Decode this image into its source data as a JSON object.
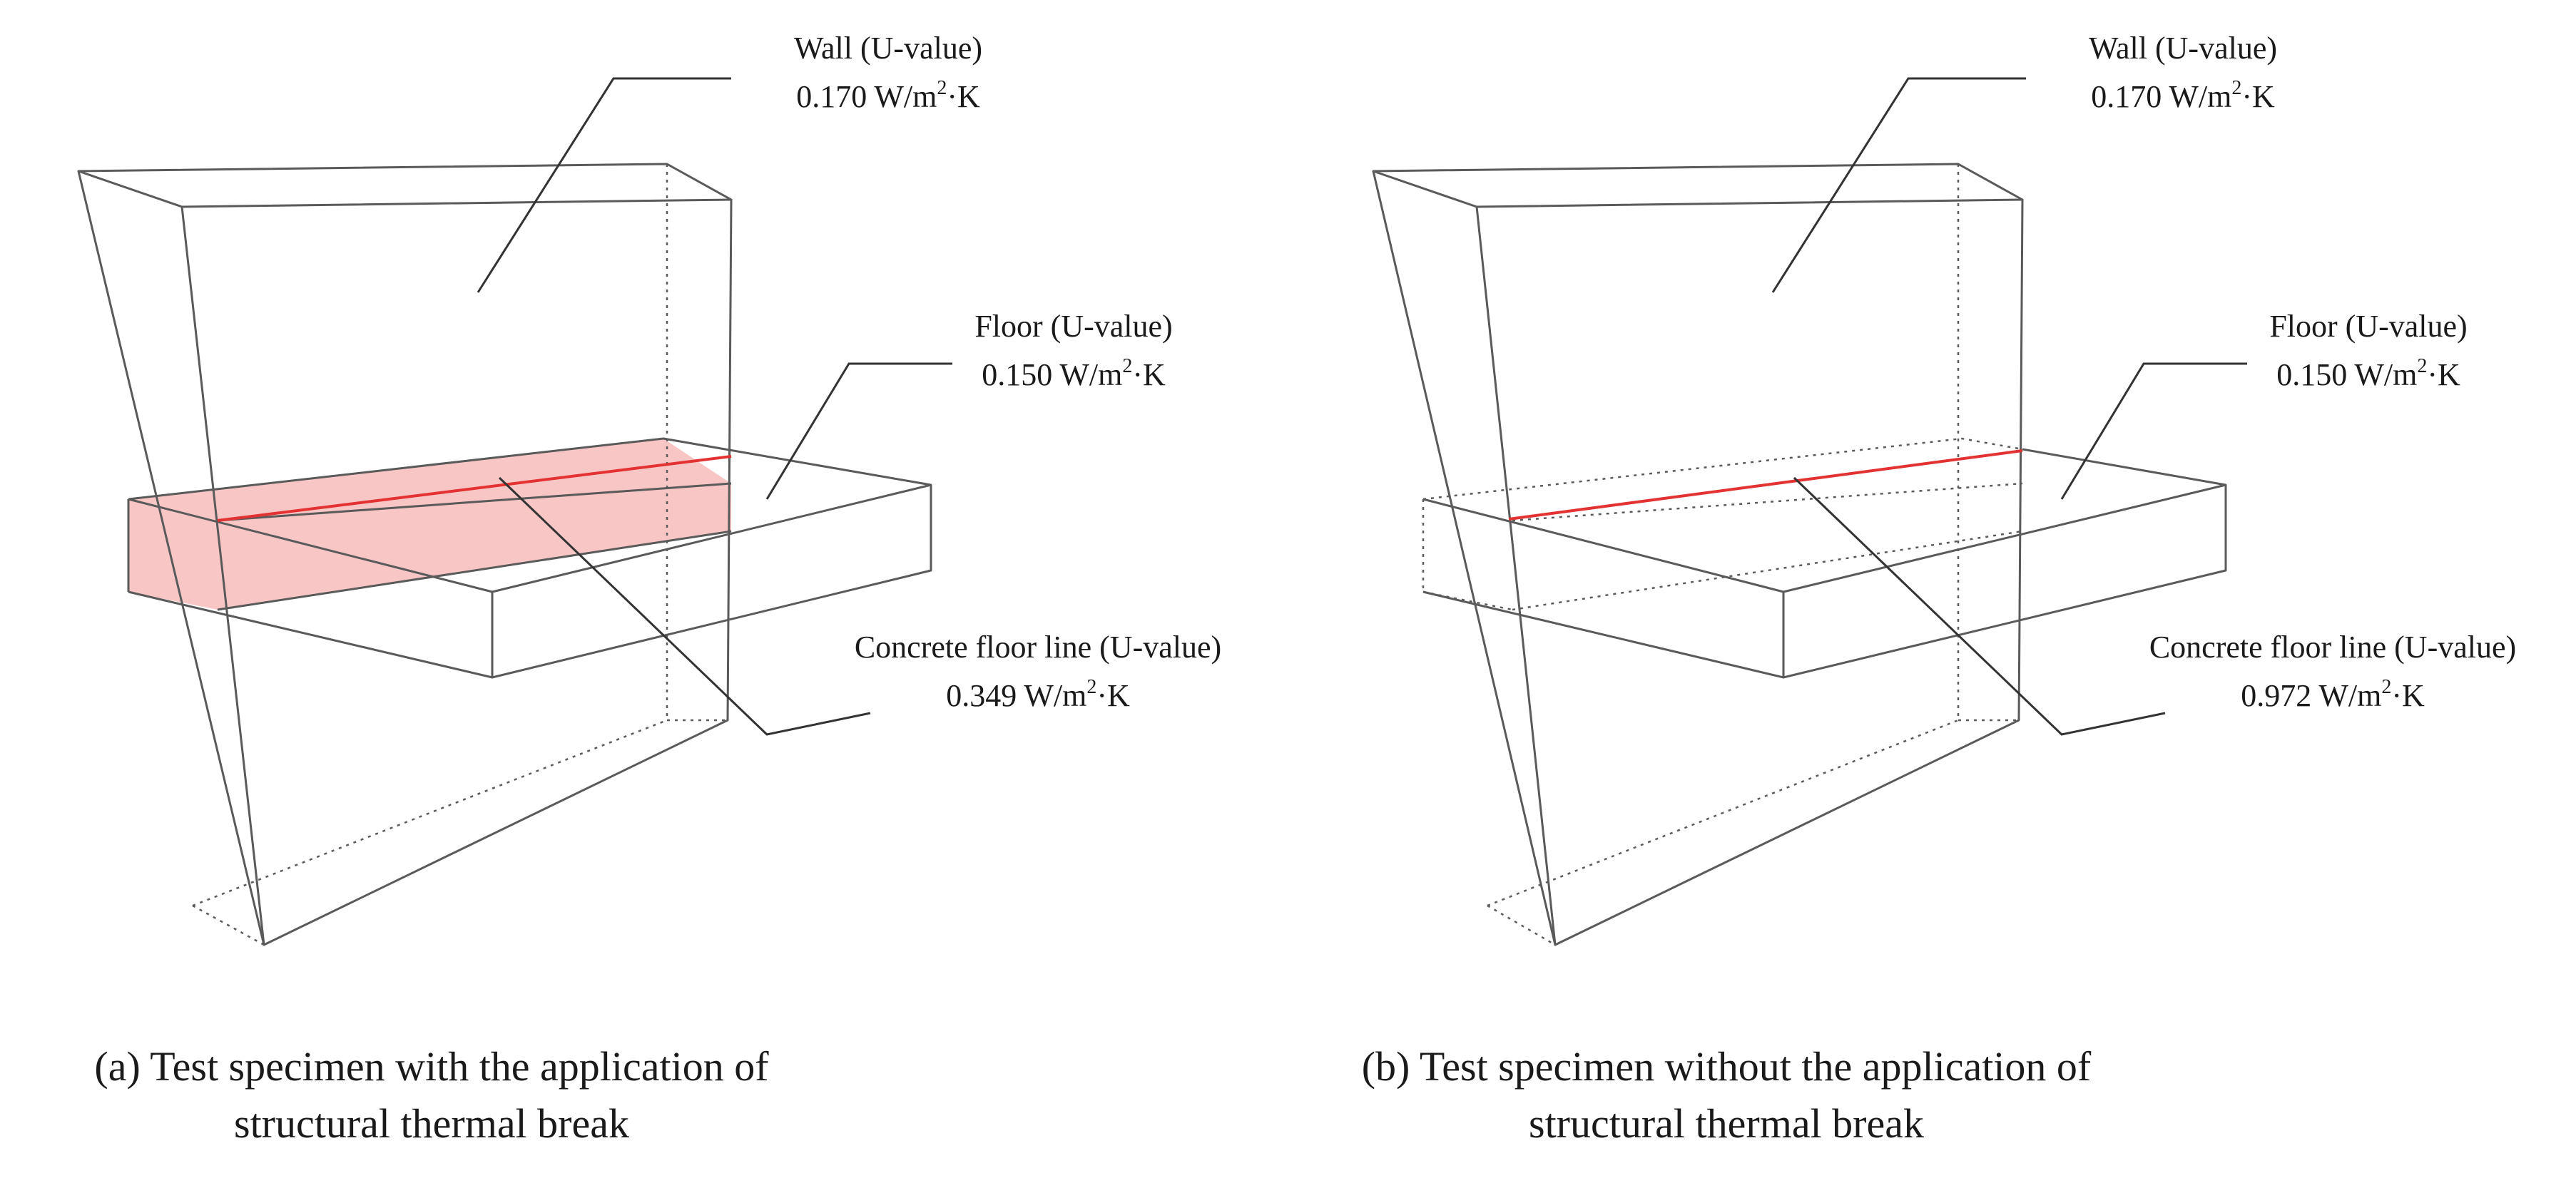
{
  "panels": [
    {
      "wall_label": "Wall (U-value)",
      "wall_value": "0.170 W/m",
      "floor_label": "Floor (U-value)",
      "floor_value": "0.150 W/m",
      "line_label": "Concrete floor line (U-value)",
      "line_value": "0.349 W/m",
      "unit_sup": "2",
      "unit_tail": "·K",
      "caption_line1": "(a) Test specimen with the application of",
      "caption_line2": "structural thermal break",
      "thermal_break_highlighted": true
    },
    {
      "wall_label": "Wall (U-value)",
      "wall_value": "0.170 W/m",
      "floor_label": "Floor (U-value)",
      "floor_value": "0.150 W/m",
      "line_label": "Concrete floor line (U-value)",
      "line_value": "0.972 W/m",
      "unit_sup": "2",
      "unit_tail": "·K",
      "caption_line1": "(b) Test specimen without the application of",
      "caption_line2": "structural thermal break",
      "thermal_break_highlighted": false
    }
  ],
  "colors": {
    "edge": "#5a5a5a",
    "thermal_line": "#e23232",
    "thermal_break_fill": "#f7b8b8"
  }
}
